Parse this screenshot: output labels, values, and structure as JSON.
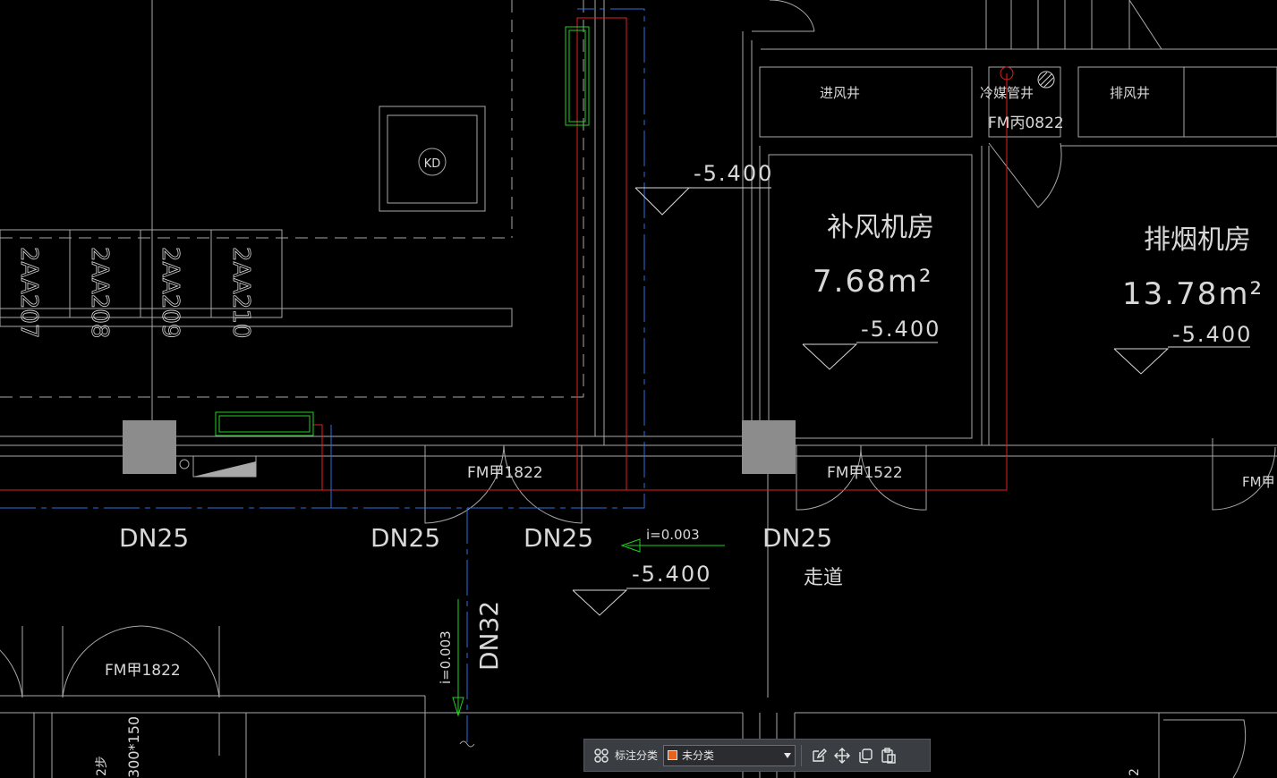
{
  "drawing": {
    "colors": {
      "wall": "#a8a8a8",
      "red_pipe": "#e02020",
      "blue_pipe": "#2a6fe0",
      "green": "#20d020",
      "fill": "#8c8c8c",
      "text": "#d8d8d8"
    },
    "rooms": [
      {
        "name": "补风机房",
        "area": "7.68m²",
        "level": "-5.400"
      },
      {
        "name": "排烟机房",
        "area": "13.78m²",
        "level": "-5.400"
      }
    ],
    "shafts": {
      "intake": "进风井",
      "refrigerant": "冷媒管井",
      "exhaust": "排风井"
    },
    "doors": {
      "d1": "FM丙0822",
      "d2": "FM甲1822",
      "d3": "FM甲1522",
      "d4": "FM甲",
      "d5": "FM甲1822"
    },
    "levels": {
      "top": "-5.400",
      "corridor": "-5.400"
    },
    "pipes": {
      "dn25": "DN25",
      "dn32": "DN32",
      "slope": "i=0.003"
    },
    "equipment": {
      "kd": "KD",
      "units": [
        "2AA207",
        "2AA208",
        "2AA209",
        "2AA210"
      ]
    },
    "corridor": "走道",
    "misc": {
      "a": "300*150",
      "b": "2步",
      "c": "2"
    }
  },
  "toolbar": {
    "label": "标注分类",
    "select_value": "未分类",
    "swatch_color": "#e8621a",
    "icons": [
      "grid-icon",
      "edit-icon",
      "move-icon",
      "copy-icon",
      "paste-icon"
    ]
  }
}
